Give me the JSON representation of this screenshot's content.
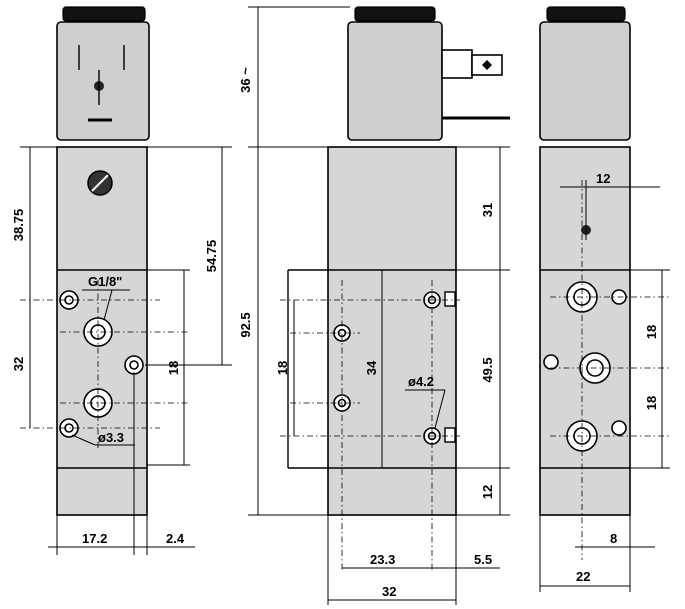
{
  "dimensions": {
    "d_38_75": "38.75",
    "d_54_75": "54.75",
    "d_32": "32",
    "d_18_front": "18",
    "thread": "G1/8\"",
    "hole_33": "ø3.3",
    "d_17_2": "17.2",
    "d_2_4": "2.4",
    "d_36": "36 ~",
    "d_92_5": "92.5",
    "d_31": "31",
    "d_49_5": "49.5",
    "d_12_side": "12",
    "d_18_mid": "18",
    "d_34": "34",
    "hole_42": "ø4.2",
    "d_23_3": "23.3",
    "d_5_5": "5.5",
    "d_32_bottom": "32",
    "d_12_top": "12",
    "d_18_right_a": "18",
    "d_18_right_b": "18",
    "d_8": "8",
    "d_22": "22"
  }
}
